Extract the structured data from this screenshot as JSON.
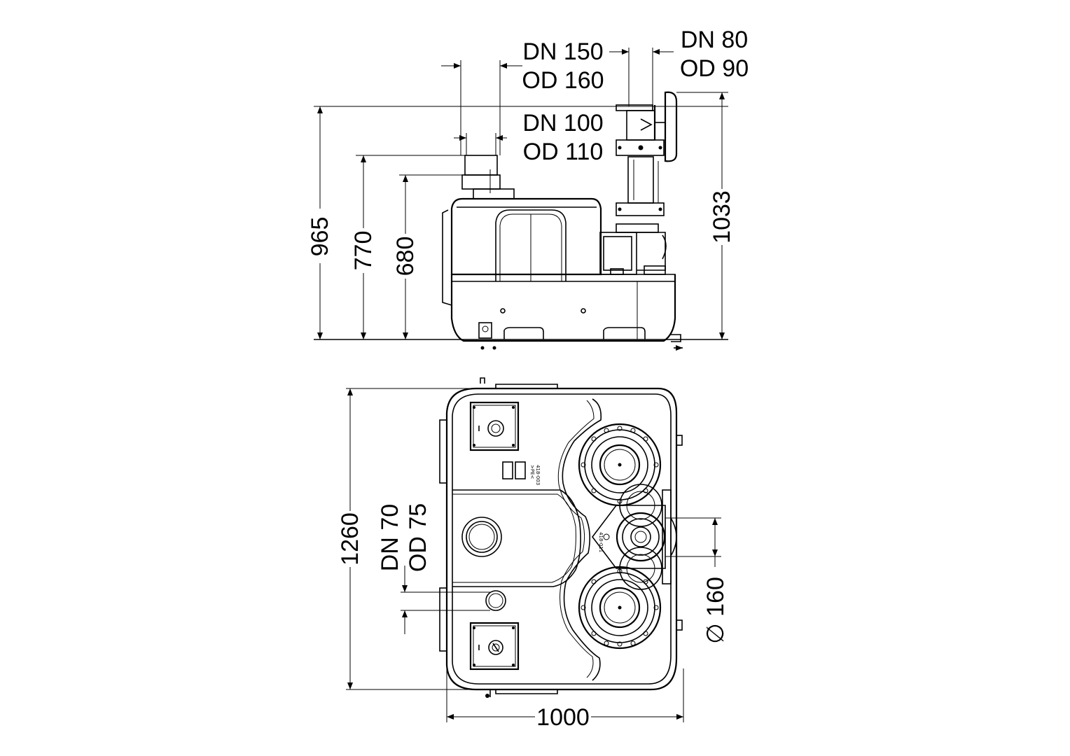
{
  "side_view": {
    "dims": {
      "h965": "965",
      "h770": "770",
      "h680": "680",
      "h1033": "1033"
    },
    "outlets": {
      "dn150": "DN 150",
      "od160": "OD 160",
      "dn80": "DN 80",
      "od90": "OD 90",
      "dn100": "DN 100",
      "od110": "OD 110"
    }
  },
  "top_view": {
    "dims": {
      "h1260": "1260",
      "w1000": "1000",
      "dia160": "∅ 160"
    },
    "inlet": {
      "dn70": "DN 70",
      "od75": "OD 75"
    },
    "part_labels": {
      "label_a": "418-003",
      "label_b": ">PE<",
      "label_c": "418-011"
    }
  },
  "colors": {
    "line": "#000000",
    "background": "#ffffff"
  }
}
